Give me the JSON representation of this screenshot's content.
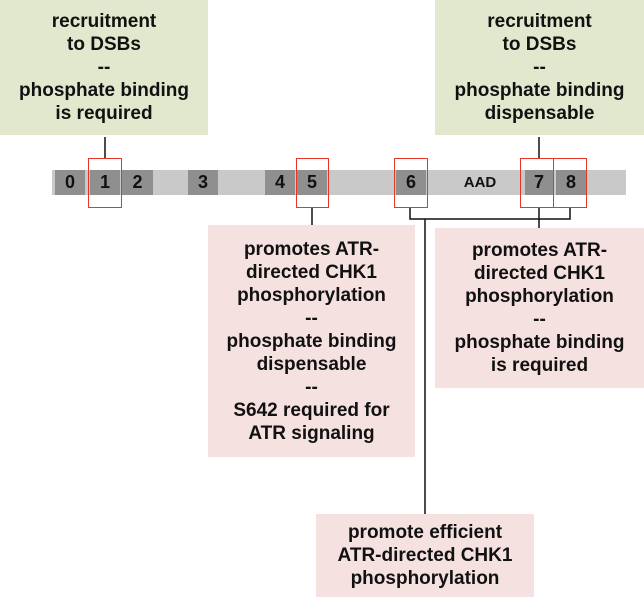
{
  "annotations": {
    "top_left": {
      "lines": [
        "recruitment",
        "to DSBs",
        "--",
        "phosphate binding",
        "is required"
      ],
      "color": "#e1e8cd"
    },
    "top_right": {
      "lines": [
        "recruitment",
        "to DSBs",
        "--",
        "phosphate binding",
        "dispensable"
      ],
      "color": "#e1e8cd"
    },
    "middle": {
      "lines": [
        "promotes ATR-",
        "directed CHK1",
        "phosphorylation",
        "--",
        "phosphate binding",
        "dispensable",
        "--",
        "S642 required for",
        "ATR signaling"
      ],
      "color": "#f5e1e0"
    },
    "right": {
      "lines": [
        "promotes ATR-",
        "directed CHK1",
        "phosphorylation",
        "--",
        "phosphate binding",
        "is required"
      ],
      "color": "#f5e1e0"
    },
    "bottom": {
      "lines": [
        "promote efficient",
        "ATR-directed CHK1",
        "phosphorylation"
      ],
      "color": "#f5e1e0"
    }
  },
  "protein_bar": {
    "domains": [
      "0",
      "1",
      "2",
      "3",
      "4",
      "5",
      "6",
      "7",
      "8"
    ],
    "aad_label": "AAD",
    "highlighted_domains": [
      "1",
      "5",
      "6",
      "7",
      "8"
    ],
    "bar_color": "#c9c9c9",
    "domain_color": "#8f8f8f",
    "highlight_color": "#e8352a"
  }
}
